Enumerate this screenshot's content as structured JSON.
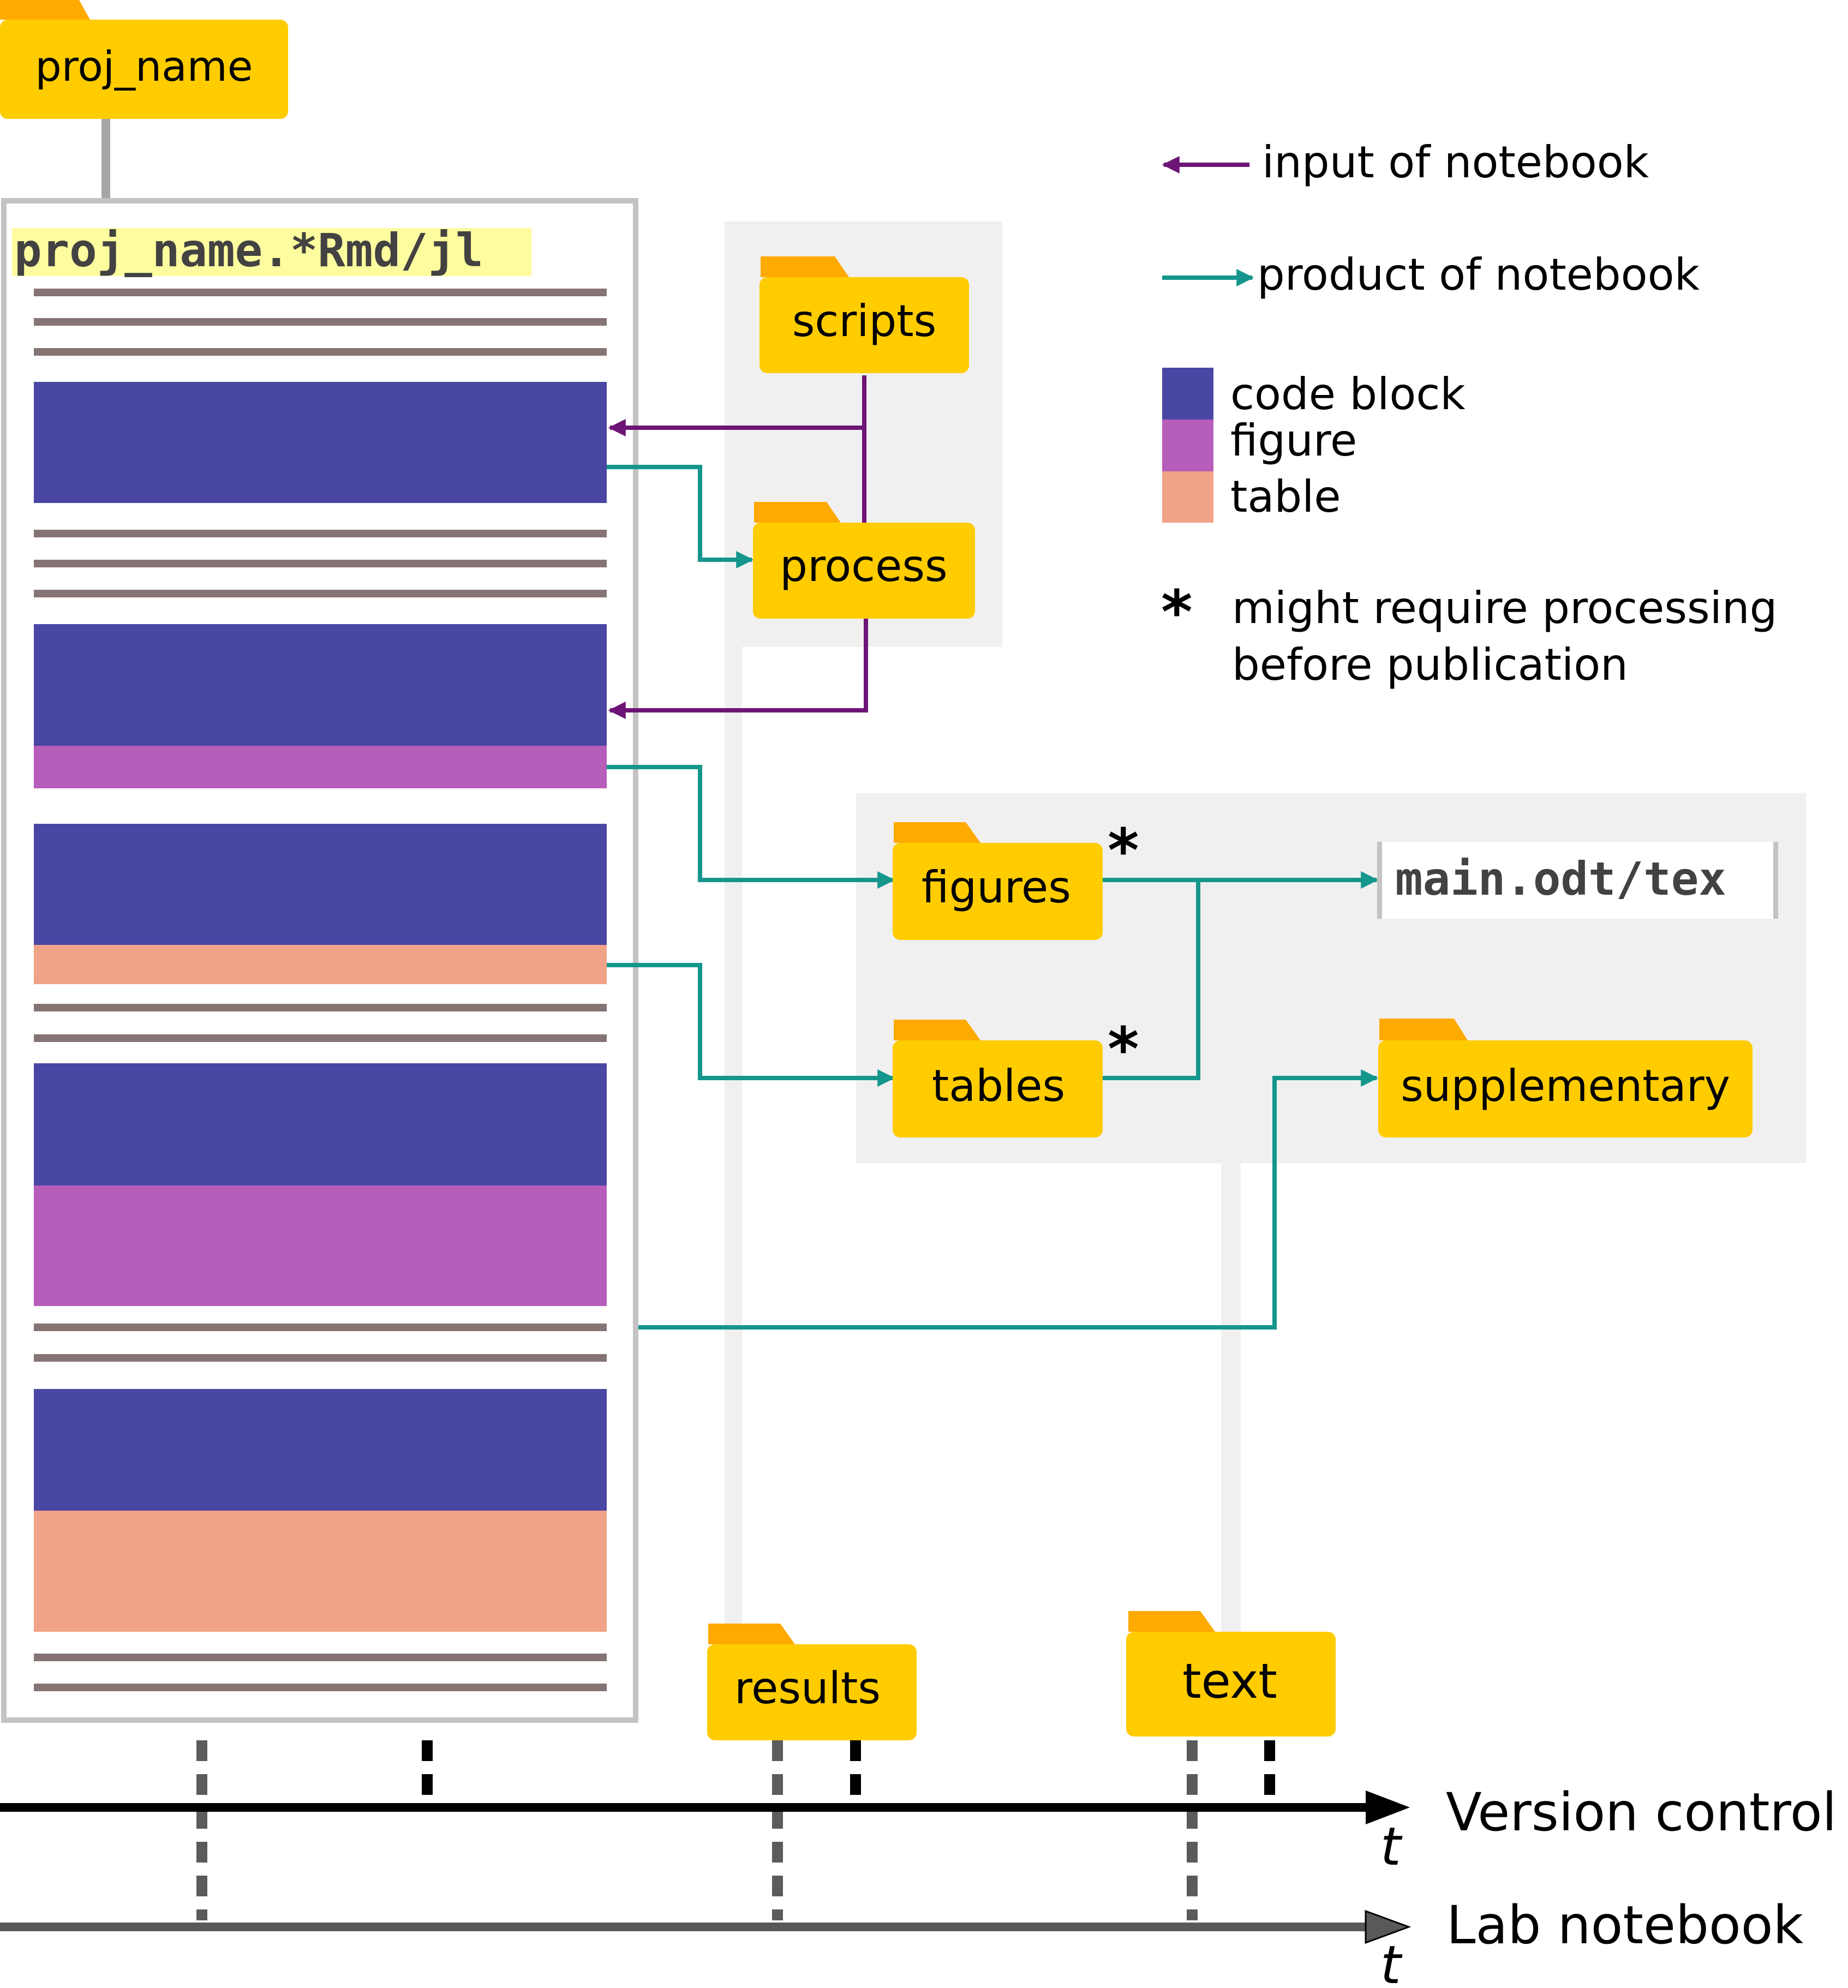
{
  "colors": {
    "folder_body": "#ffcc00",
    "folder_tab": "#ffaa00",
    "code_block": "#4a46a3",
    "figure": "#b75dba",
    "table": "#f1a387",
    "input_arrow": "#6d1576",
    "product_arrow": "#14968c",
    "text_line": "#867474",
    "panel_gray": "#f0f0f0",
    "doc_border": "#c3c3c3",
    "notebook_title_bg": "#fdfd9f",
    "vcs_axis": "#000000",
    "lab_axis": "#595959"
  },
  "folders": {
    "proj_name": "proj_name",
    "scripts": "scripts",
    "process": "process",
    "figures": "figures",
    "tables": "tables",
    "supplementary": "supplementary",
    "results": "results",
    "text": "text"
  },
  "notebook": {
    "title": "proj_name.*Rmd/jl"
  },
  "main_doc": {
    "label": "main.odt/tex"
  },
  "asterisks": {
    "figures": "*",
    "tables": "*"
  },
  "legend": {
    "input": "input of notebook",
    "product": "product of  notebook",
    "code_block": "code block",
    "figure": "figure",
    "table": "table",
    "asterisk_symbol": "*",
    "asterisk_line1": "might require processing",
    "asterisk_line2": "before publication"
  },
  "timelines": {
    "version_control": "Version control",
    "lab_notebook": "Lab notebook",
    "t_label": "t"
  }
}
